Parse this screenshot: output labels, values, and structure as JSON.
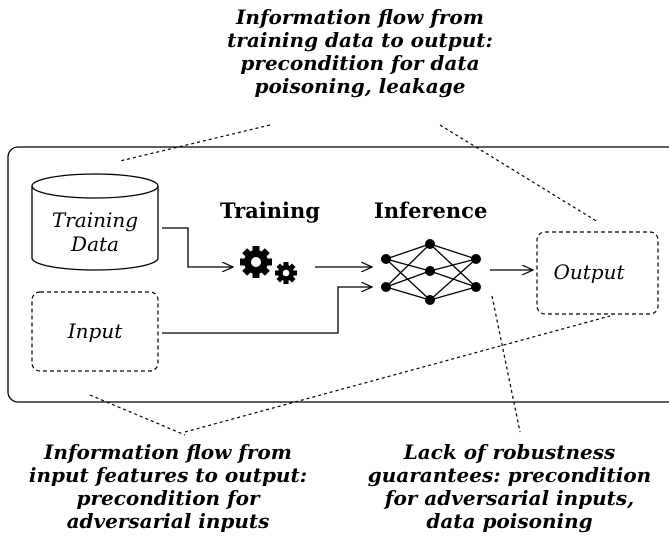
{
  "captions": {
    "top": [
      "Information flow from",
      "training data to output:",
      "precondition for data",
      "poisoning, leakage"
    ],
    "bottom_left": [
      "Information flow from",
      "input features to output:",
      "precondition for",
      "adversarial inputs"
    ],
    "bottom_right": [
      "Lack of robustness",
      "guarantees: precondition",
      "for adversarial inputs,",
      "data poisoning"
    ]
  },
  "stages": {
    "training": "Training",
    "inference": "Inference"
  },
  "nodes": {
    "training_data": [
      "Training",
      "Data"
    ],
    "input": "Input",
    "output": "Output"
  },
  "icons": {
    "training": "gears-icon",
    "inference": "neural-network-icon"
  }
}
